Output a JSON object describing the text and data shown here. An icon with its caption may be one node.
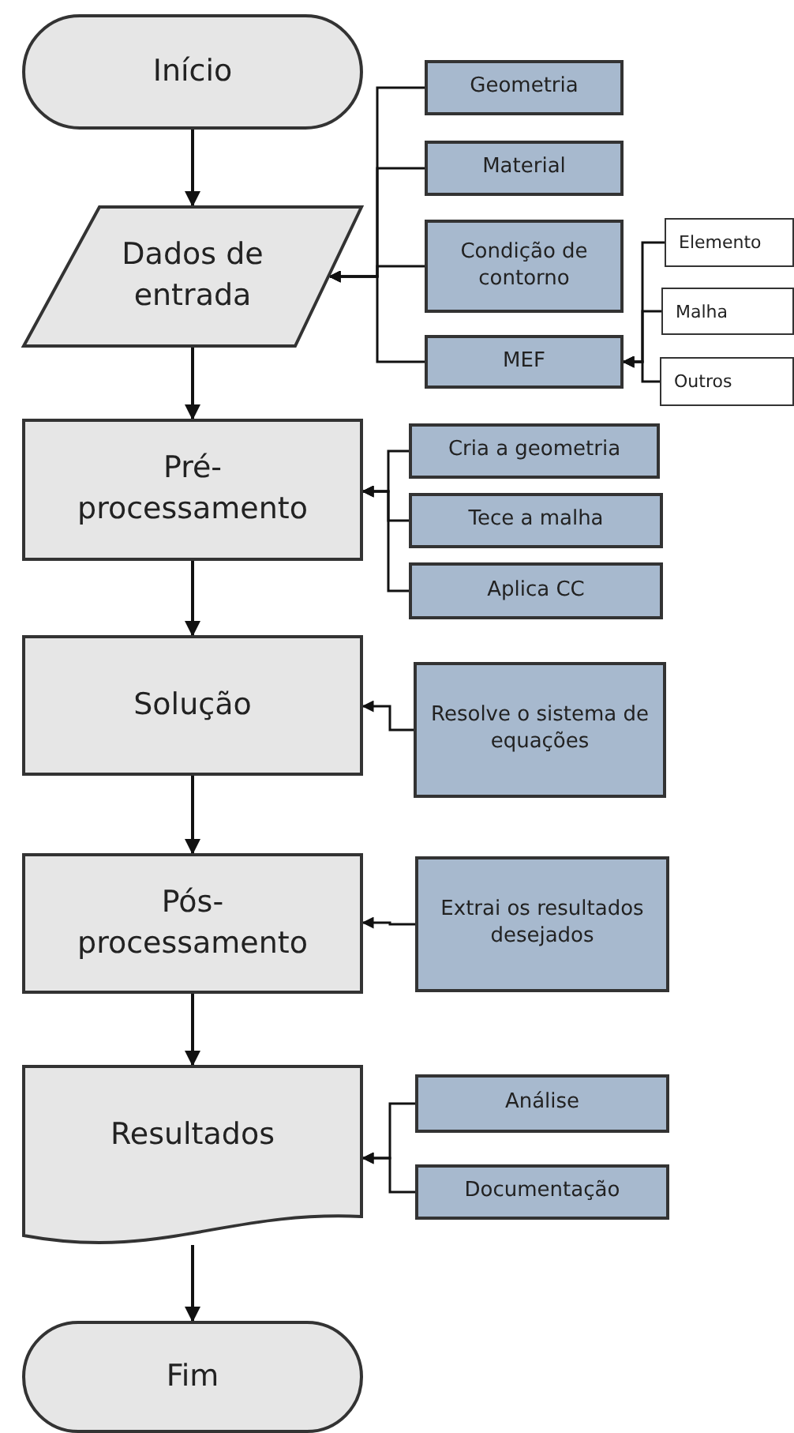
{
  "diagram": {
    "nodes": [
      {
        "text": [
          "Início"
        ]
      },
      {
        "text": [
          "Dados de entrada"
        ]
      },
      {
        "text": [
          "Pré-processamento"
        ]
      },
      {
        "text": [
          "Solução"
        ]
      },
      {
        "text": [
          "Pós-processamento"
        ]
      },
      {
        "text": [
          "Resultados"
        ]
      },
      {
        "text": [
          "Fim"
        ]
      },
      {
        "text": [
          "Geometria"
        ]
      },
      {
        "text": [
          "Material"
        ]
      },
      {
        "text": [
          "Condição de contorno"
        ]
      },
      {
        "text": [
          "MEF"
        ]
      },
      {
        "text": [
          "Elemento"
        ]
      },
      {
        "text": [
          "Malha"
        ]
      },
      {
        "text": [
          "Outros"
        ]
      },
      {
        "text": [
          "Cria a geometria"
        ]
      },
      {
        "text": [
          "Tece a malha"
        ]
      },
      {
        "text": [
          "Aplica CC"
        ]
      },
      {
        "text": [
          "Resolve o sistema de equações"
        ]
      },
      {
        "text": [
          "Extrai os resultados desejados"
        ]
      },
      {
        "text": [
          "Análise"
        ]
      },
      {
        "text": [
          "Documentação"
        ]
      }
    ],
    "edges": [
      {
        "from": 0,
        "to": 1,
        "arrow": "to"
      },
      {
        "from": 1,
        "to": 2,
        "arrow": "to"
      },
      {
        "from": 2,
        "to": 3,
        "arrow": "to"
      },
      {
        "from": 3,
        "to": 4,
        "arrow": "to"
      },
      {
        "from": 4,
        "to": 5,
        "arrow": "to"
      },
      {
        "from": 5,
        "to": 6,
        "arrow": "to"
      },
      {
        "from": 7,
        "to": 1,
        "arrow": "to"
      },
      {
        "from": 8,
        "to": 1,
        "arrow": "to"
      },
      {
        "from": 9,
        "to": 1,
        "arrow": "to"
      },
      {
        "from": 10,
        "to": 1,
        "arrow": "to"
      },
      {
        "from": 11,
        "to": 10,
        "arrow": "to"
      },
      {
        "from": 12,
        "to": 10,
        "arrow": "to"
      },
      {
        "from": 13,
        "to": 10,
        "arrow": "to"
      },
      {
        "from": 14,
        "to": 2,
        "arrow": "to"
      },
      {
        "from": 15,
        "to": 2,
        "arrow": "to"
      },
      {
        "from": 16,
        "to": 2,
        "arrow": "to"
      },
      {
        "from": 17,
        "to": 3,
        "arrow": "to"
      },
      {
        "from": 18,
        "to": 4,
        "arrow": "to"
      },
      {
        "from": 19,
        "to": 5,
        "arrow": "to"
      },
      {
        "from": 20,
        "to": 5,
        "arrow": "to"
      }
    ]
  }
}
